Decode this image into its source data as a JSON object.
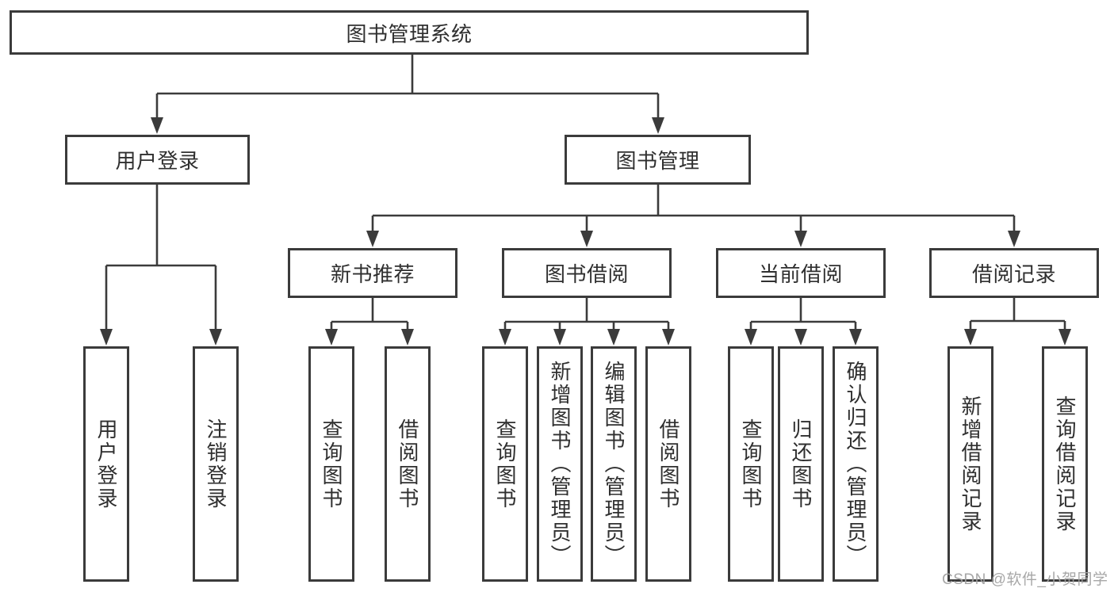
{
  "tree": {
    "root": {
      "label": "图书管理系统"
    },
    "branches": [
      {
        "label": "用户登录",
        "children": [
          {
            "label": "用户登录"
          },
          {
            "label": "注销登录"
          }
        ]
      },
      {
        "label": "图书管理",
        "children": [
          {
            "label": "新书推荐",
            "children": [
              {
                "label": "查询图书"
              },
              {
                "label": "借阅图书"
              }
            ]
          },
          {
            "label": "图书借阅",
            "children": [
              {
                "label": "查询图书"
              },
              {
                "label": "新增图书（管理员）"
              },
              {
                "label": "编辑图书（管理员）"
              },
              {
                "label": "借阅图书"
              }
            ]
          },
          {
            "label": "当前借阅",
            "children": [
              {
                "label": "查询图书"
              },
              {
                "label": "归还图书"
              },
              {
                "label": "确认归还（管理员）"
              }
            ]
          },
          {
            "label": "借阅记录",
            "children": [
              {
                "label": "新增借阅记录"
              },
              {
                "label": "查询借阅记录"
              }
            ]
          }
        ]
      }
    ]
  },
  "watermark": "CSDN @软件_小贺同学",
  "colors": {
    "line": "#3b3b3b",
    "box_border": "#3b3b3b",
    "text": "#2f2f2f",
    "watermark": "#a3a3a3",
    "background": "#ffffff"
  }
}
